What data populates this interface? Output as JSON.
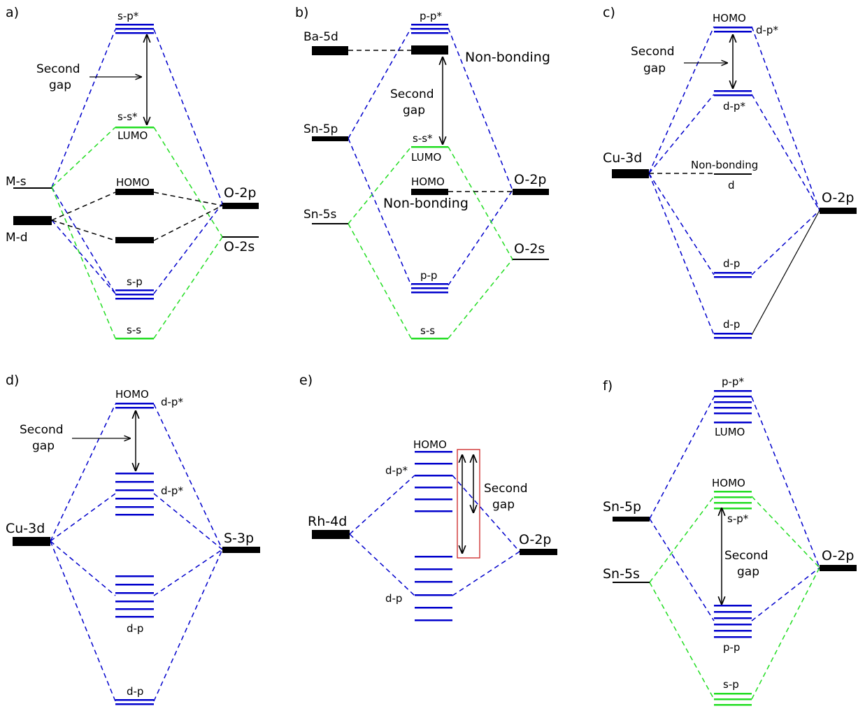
{
  "colors": {
    "blue": "#0000cc",
    "green": "#22dd22",
    "black": "#000000",
    "highlight": "#cc2222"
  },
  "panels": {
    "a": {
      "tag": "a)",
      "left_s": "M-s",
      "left_d": "M-d",
      "right_p": "O-2p",
      "right_s": "O-2s",
      "sp_star": "s-p*",
      "ss_star": "s-s*",
      "lumo": "LUMO",
      "homo": "HOMO",
      "sp": "s-p",
      "ss": "s-s",
      "gap_line1": "Second",
      "gap_line2": "gap"
    },
    "b": {
      "tag": "b)",
      "ba": "Ba-5d",
      "sn5p": "Sn-5p",
      "sn5s": "Sn-5s",
      "right_p": "O-2p",
      "right_s": "O-2s",
      "pp_star": "p-p*",
      "nonbonding_top": "Non-bonding",
      "ss_star": "s-s*",
      "lumo": "LUMO",
      "homo": "HOMO",
      "nonbonding_mid": "Non-bonding",
      "pp": "p-p",
      "ss": "s-s",
      "gap_line1": "Second",
      "gap_line2": "gap"
    },
    "c": {
      "tag": "c)",
      "cu": "Cu-3d",
      "right_p": "O-2p",
      "homo": "HOMO",
      "dp_star_top": "d-p*",
      "dp_star_mid": "d-p*",
      "nonbonding": "Non-bonding",
      "d": "d",
      "dp_1": "d-p",
      "dp_2": "d-p",
      "gap_line1": "Second",
      "gap_line2": "gap"
    },
    "d": {
      "tag": "d)",
      "cu": "Cu-3d",
      "right_s": "S-3p",
      "homo": "HOMO",
      "dp_star_top": "d-p*",
      "dp_star_mid": "d-p*",
      "dp_1": "d-p",
      "dp_2": "d-p",
      "gap_line1": "Second",
      "gap_line2": "gap"
    },
    "e": {
      "tag": "e)",
      "rh": "Rh-4d",
      "right_p": "O-2p",
      "homo": "HOMO",
      "dp_star": "d-p*",
      "dp": "d-p",
      "gap_line1": "Second",
      "gap_line2": "gap"
    },
    "f": {
      "tag": "f)",
      "sn5p": "Sn-5p",
      "sn5s": "Sn-5s",
      "right_p": "O-2p",
      "pp_star": "p-p*",
      "lumo": "LUMO",
      "homo": "HOMO",
      "sp_star": "s-p*",
      "pp": "p-p",
      "sp": "s-p",
      "gap_line1": "Second",
      "gap_line2": "gap"
    }
  }
}
